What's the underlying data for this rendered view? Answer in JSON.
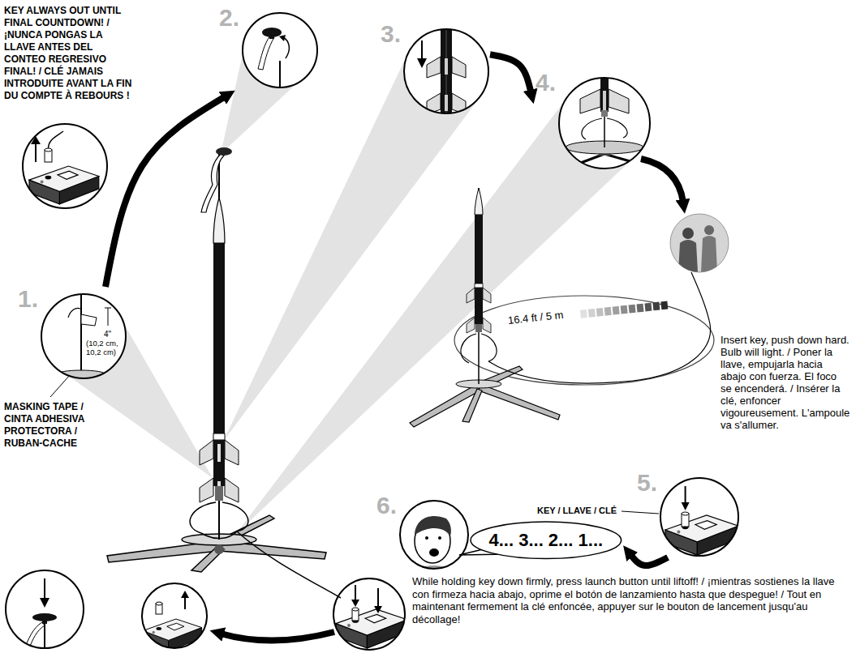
{
  "diagram": {
    "nodes": [
      {
        "text": [
          "1.",
          "4\"",
          "(10,2 cm, 10,2 cm)"
        ]
      },
      {
        "text": [
          "2."
        ]
      },
      {
        "text": [
          "3."
        ]
      },
      {
        "text": [
          "4."
        ]
      },
      {
        "text": [
          "5."
        ]
      },
      {
        "text": [
          "6."
        ]
      },
      {
        "text": [
          "4... 3... 2... 1..."
        ]
      }
    ],
    "edges": [
      {
        "from": 0,
        "to": 1,
        "arrow": "to"
      },
      {
        "from": 2,
        "to": 3,
        "arrow": "to"
      },
      {
        "from": 4,
        "to": 6,
        "arrow": "to"
      }
    ],
    "labels": [
      "KEY ALWAYS OUT UNTIL FINAL COUNTDOWN! / ¡NUNCA PONGAS LA LLAVE ANTES DEL CONTEO REGRESIVO FINAL! / CLÉ JAMAIS INTRODUITE AVANT LA FIN DU COMPTE À REBOURS !",
      "MASKING TAPE / CINTA ADHESIVA PROTECTORA / RUBAN-CACHE",
      "16.4 ft / 5 m",
      "KEY / LLAVE / CLÉ",
      "Insert key, push down hard. Bulb will light. / Poner la llave, empujarla hacia abajo con fuerza. El foco se encenderá. / Insérer la clé, enfoncer vigoureusement. L'ampoule va s'allumer.",
      "While holding key down firmly, press launch button until liftoff! / ¡mientras sostienes la llave con firmeza hacia abajo, oprime el botón de lanzamiento hasta que despegue! / Tout en maintenant fermement la clé enfoncée, appuyer sur le bouton de lancement jusqu'au décollage!"
    ]
  }
}
